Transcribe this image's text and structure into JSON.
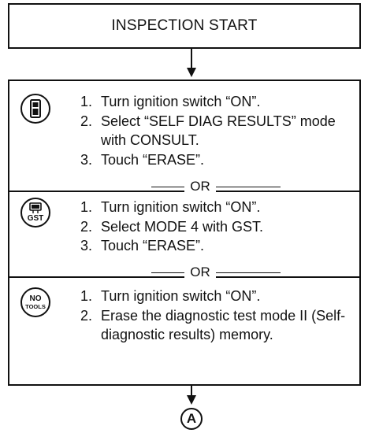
{
  "start": {
    "label": "INSPECTION START"
  },
  "separator_label": "OR",
  "procedures": [
    {
      "icon": "consult-icon",
      "steps": [
        {
          "num": "1.",
          "text": "Turn ignition switch “ON”."
        },
        {
          "num": "2.",
          "text": "Select “SELF DIAG RESULTS” mode with CONSULT."
        },
        {
          "num": "3.",
          "text": "Touch “ERASE”."
        }
      ]
    },
    {
      "icon": "gst-icon",
      "icon_text": "GST",
      "steps": [
        {
          "num": "1.",
          "text": "Turn ignition switch “ON”."
        },
        {
          "num": "2.",
          "text": "Select MODE 4 with GST."
        },
        {
          "num": "3.",
          "text": "Touch “ERASE”."
        }
      ]
    },
    {
      "icon": "no-tools-icon",
      "icon_text_top": "NO",
      "icon_text_bottom": "TOOLS",
      "steps": [
        {
          "num": "1.",
          "text": "Turn ignition switch “ON”."
        },
        {
          "num": "2.",
          "text": "Erase the diagnostic test mode II (Self-diagnostic results) memory."
        }
      ]
    }
  ],
  "connector": {
    "label": "A"
  }
}
